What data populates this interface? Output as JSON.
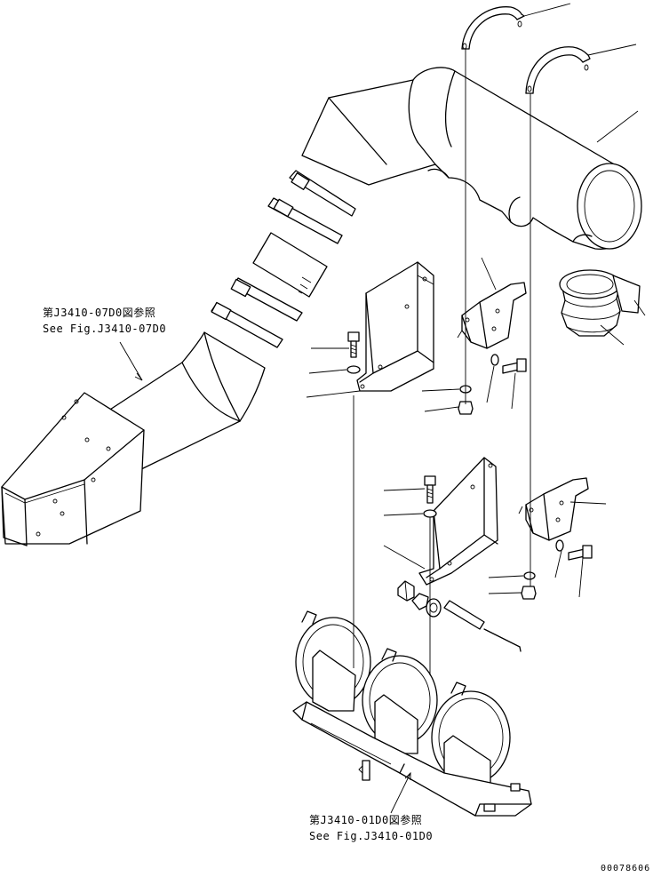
{
  "references": [
    {
      "ja": "第J3410-07D0図参照",
      "en": "See Fig.J3410-07D0"
    },
    {
      "ja": "第J3410-01D0図参照",
      "en": "See Fig.J3410-01D0"
    }
  ],
  "drawing_number": "00078606"
}
